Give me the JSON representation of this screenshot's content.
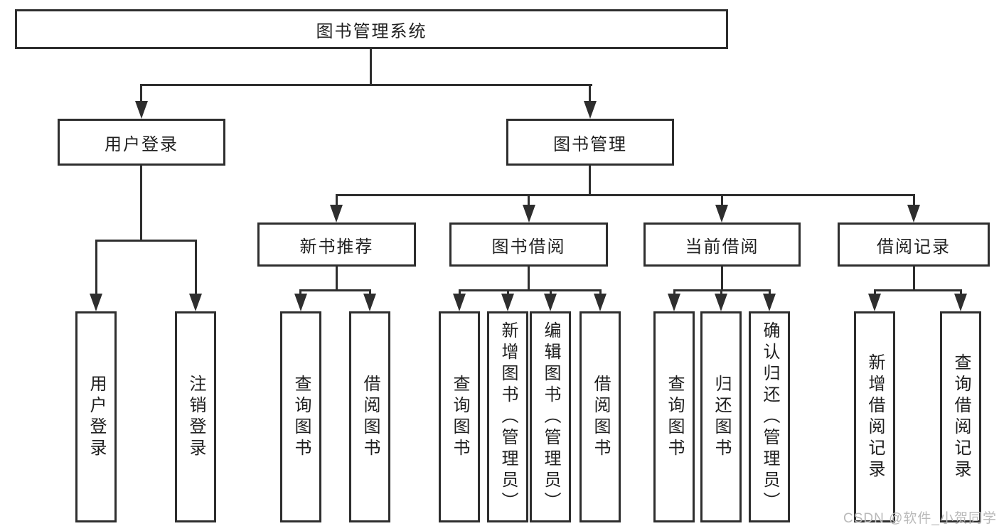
{
  "diagram": {
    "title": "图书管理系统",
    "level2": [
      {
        "label": "用户登录"
      },
      {
        "label": "图书管理"
      }
    ],
    "level3": [
      {
        "label": "新书推荐",
        "parent": "图书管理"
      },
      {
        "label": "图书借阅",
        "parent": "图书管理"
      },
      {
        "label": "当前借阅",
        "parent": "图书管理"
      },
      {
        "label": "借阅记录",
        "parent": "图书管理"
      }
    ],
    "leaves": [
      {
        "label": "用户登录",
        "parent": "用户登录"
      },
      {
        "label": "注销登录",
        "parent": "用户登录"
      },
      {
        "label": "查询图书",
        "parent": "新书推荐"
      },
      {
        "label": "借阅图书",
        "parent": "新书推荐"
      },
      {
        "label": "查询图书",
        "parent": "图书借阅"
      },
      {
        "label": "新增图书（管理员）",
        "parent": "图书借阅"
      },
      {
        "label": "编辑图书（管理员）",
        "parent": "图书借阅"
      },
      {
        "label": "借阅图书",
        "parent": "图书借阅"
      },
      {
        "label": "查询图书",
        "parent": "当前借阅"
      },
      {
        "label": "归还图书",
        "parent": "当前借阅"
      },
      {
        "label": "确认归还（管理员）",
        "parent": "当前借阅"
      },
      {
        "label": "新增借阅记录",
        "parent": "借阅记录"
      },
      {
        "label": "查询借阅记录",
        "parent": "借阅记录"
      }
    ]
  },
  "watermark": "CSDN @软件_小贺同学",
  "colors": {
    "line": "#2e2e2e",
    "text": "#1f1f1f",
    "watermark": "#b9b9b9",
    "background": "#ffffff"
  }
}
